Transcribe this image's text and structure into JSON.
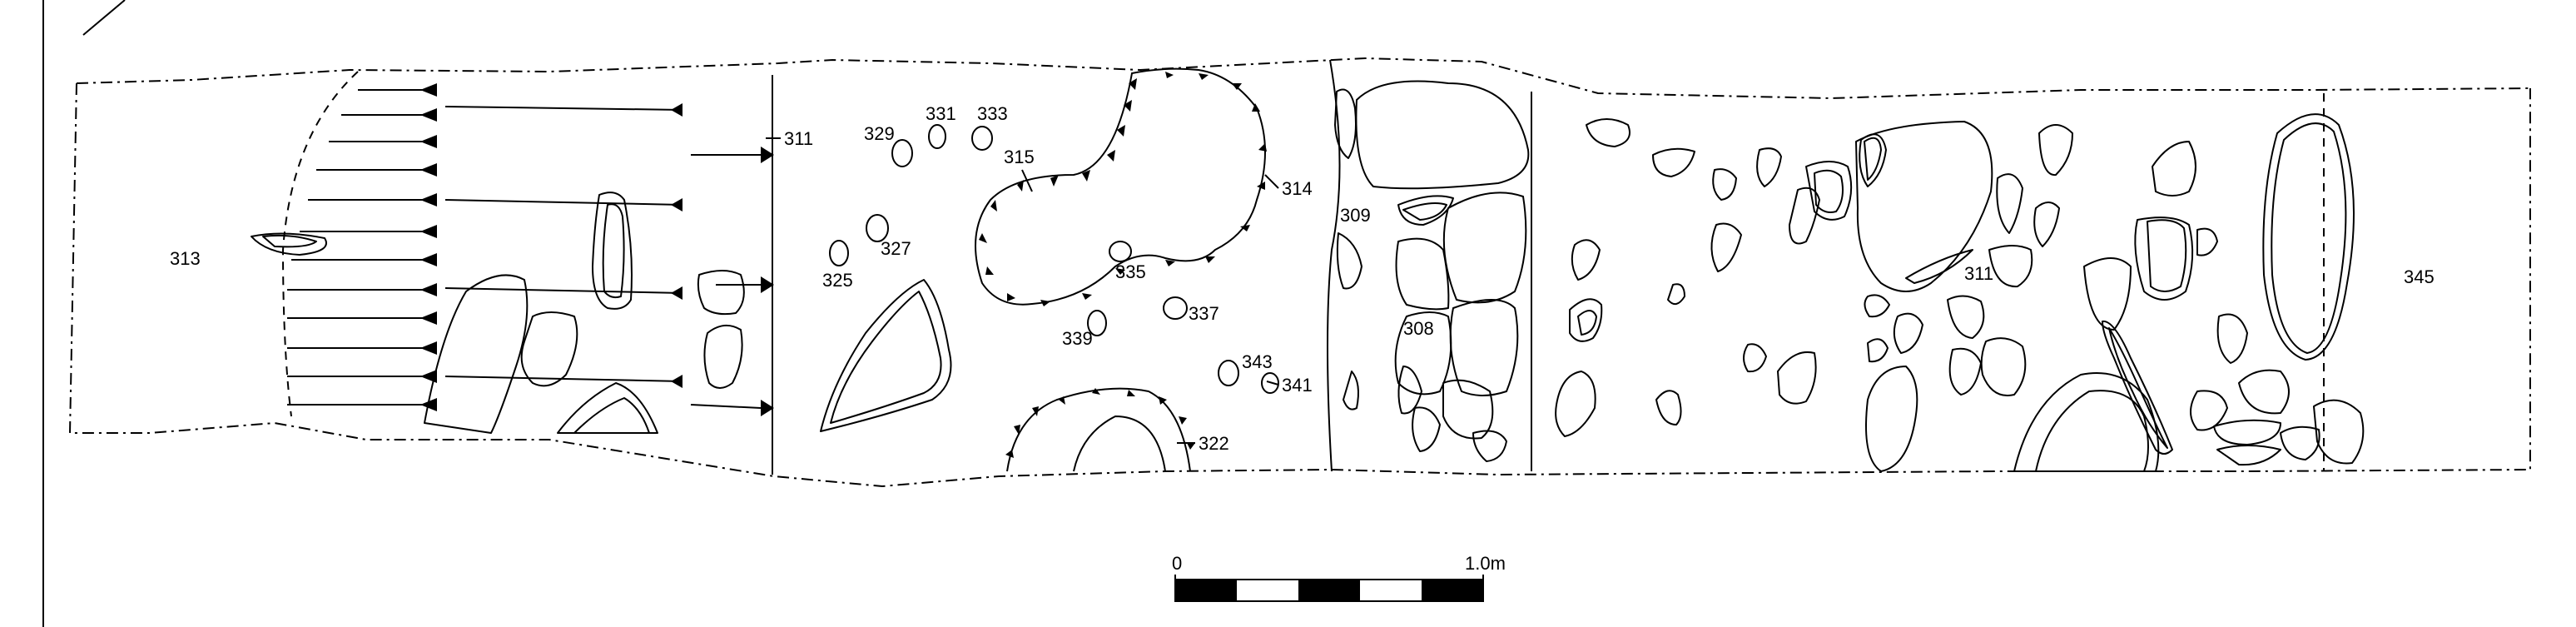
{
  "figure": {
    "contexts": {
      "c313": "313",
      "c311a": "311",
      "c329": "329",
      "c331": "331",
      "c333": "333",
      "c315": "315",
      "c314": "314",
      "c327": "327",
      "c325": "325",
      "c335": "335",
      "c337": "337",
      "c339": "339",
      "c343": "343",
      "c341": "341",
      "c322": "322",
      "c309": "309",
      "c308": "308",
      "c311b": "311",
      "c345": "345"
    },
    "scale_bar": {
      "start_label": "0",
      "end_label": "1.0m",
      "segments": 5
    }
  }
}
